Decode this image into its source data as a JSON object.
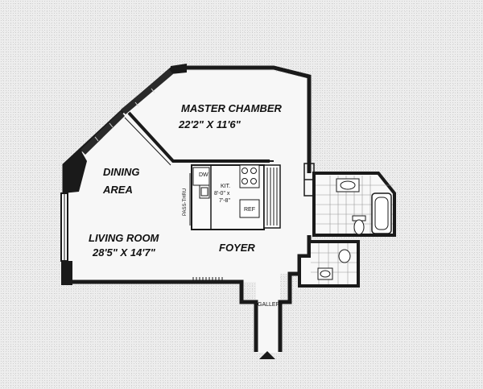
{
  "rooms": {
    "master_name": "MASTER CHAMBER",
    "master_dim": "22'2\" X 11'6\"",
    "dining_line1": "DINING",
    "dining_line2": "AREA",
    "living_name": "LIVING ROOM",
    "living_dim": "28'5\" X 14'7\"",
    "foyer": "FOYER",
    "gallery": "GALLERY"
  },
  "kitchen": {
    "label": "KIT.",
    "dim_line1": "8'-0\" x",
    "dim_line2": "7'-8\"",
    "dw": "DW",
    "ref": "REF",
    "pass_thru": "PASS-THRU"
  }
}
